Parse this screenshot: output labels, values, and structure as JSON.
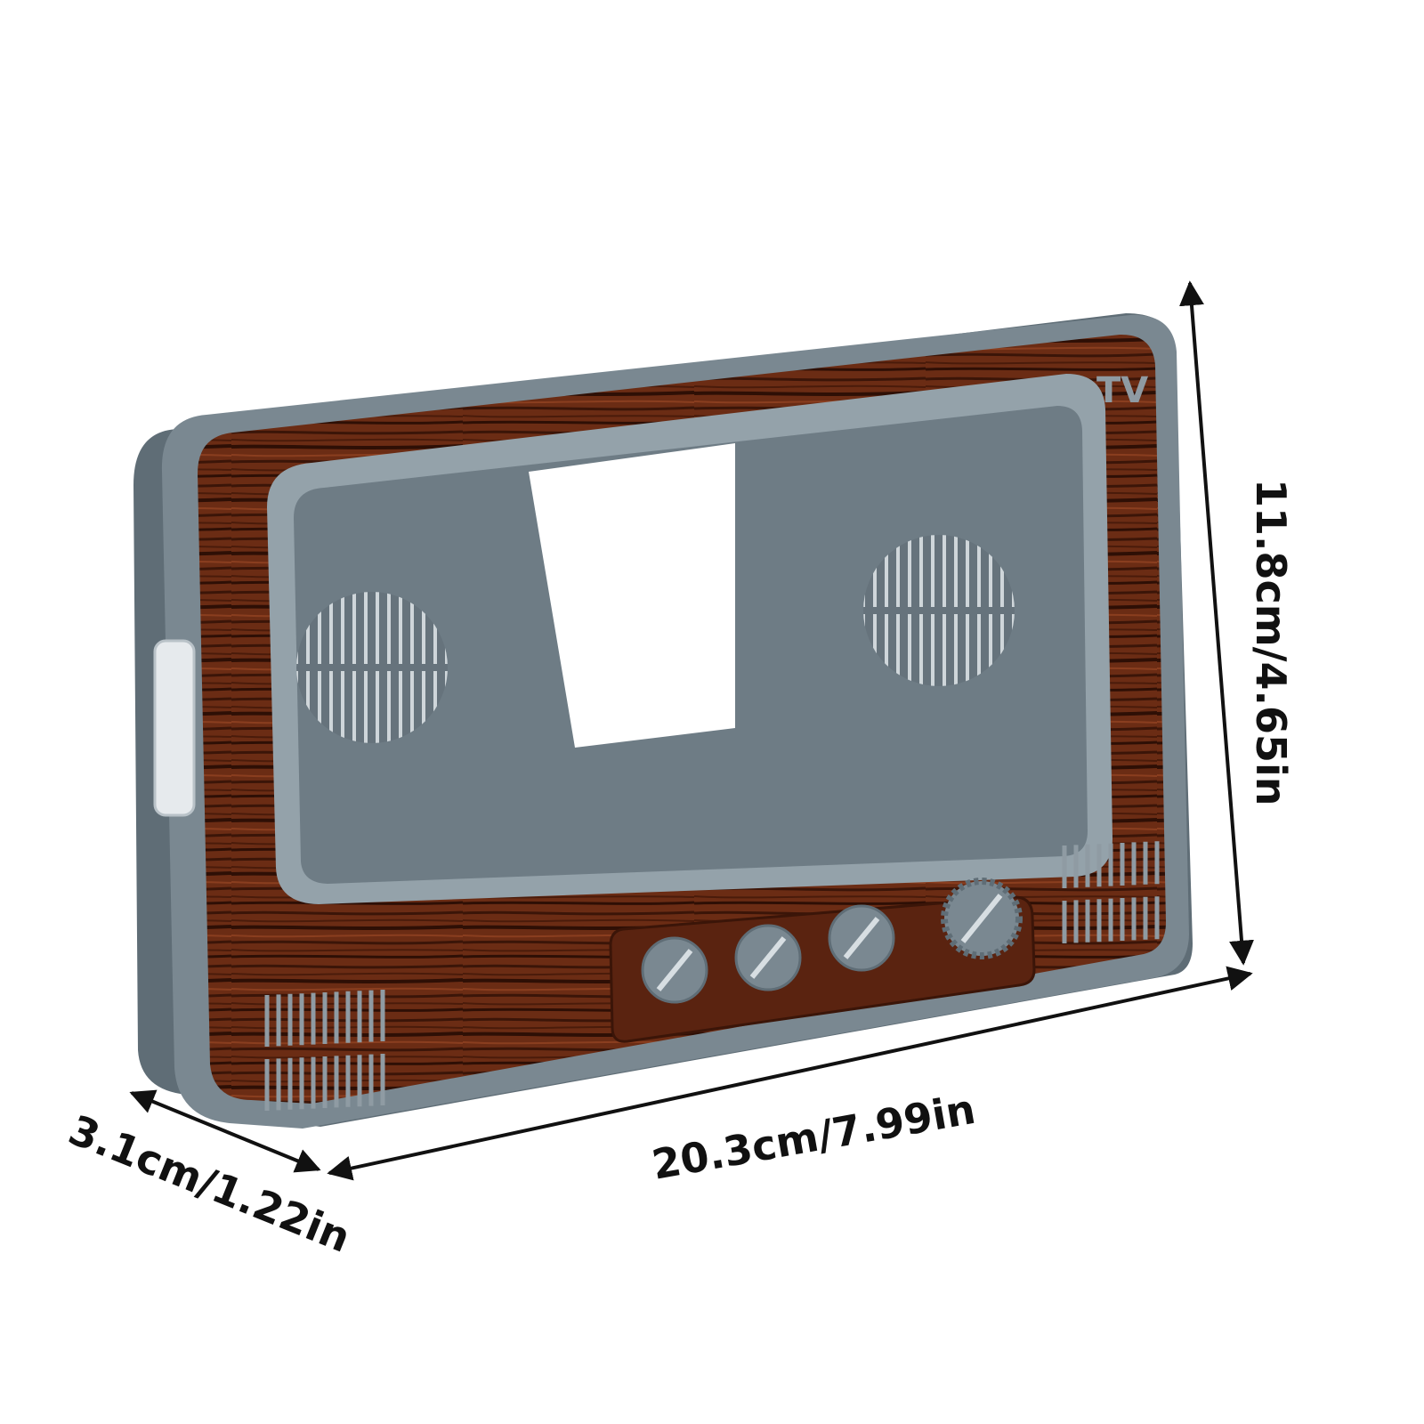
{
  "product": {
    "badge_text": "TV",
    "colors": {
      "frame_gray": "#7a8891",
      "frame_gray_dark": "#5f6d76",
      "frame_gray_light": "#94a2aa",
      "inner_gray": "#6e7c85",
      "wood": "#6b2c14",
      "wood_dark": "#3b1508",
      "wood_light": "#8a3e1f",
      "background": "#ffffff",
      "arrow": "#111111"
    }
  },
  "dimensions": {
    "width_label": "20.3cm/7.99in",
    "height_label": "11.8cm/4.65in",
    "depth_label": "3.1cm/1.22in"
  }
}
